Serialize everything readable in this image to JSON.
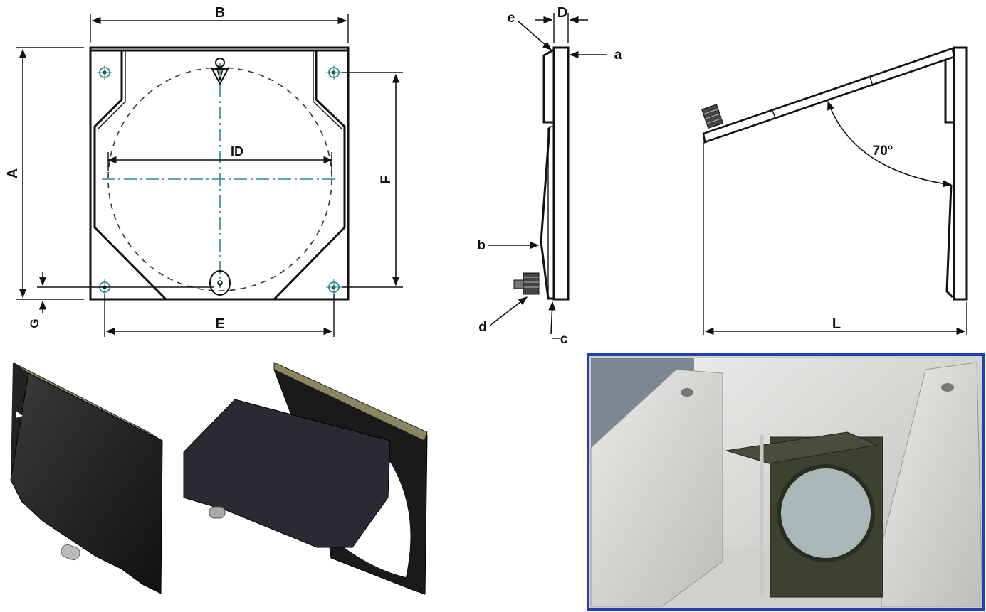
{
  "front_view": {
    "label_width": "B",
    "label_height": "A",
    "label_inner": "ID",
    "label_bolt_vertical": "F",
    "label_bolt_horizontal": "E",
    "label_offset": "G"
  },
  "side_view": {
    "label_depth": "D",
    "labels": [
      "a",
      "b",
      "c",
      "d",
      "e"
    ]
  },
  "open_view": {
    "label_length": "L",
    "angle": "70°"
  }
}
